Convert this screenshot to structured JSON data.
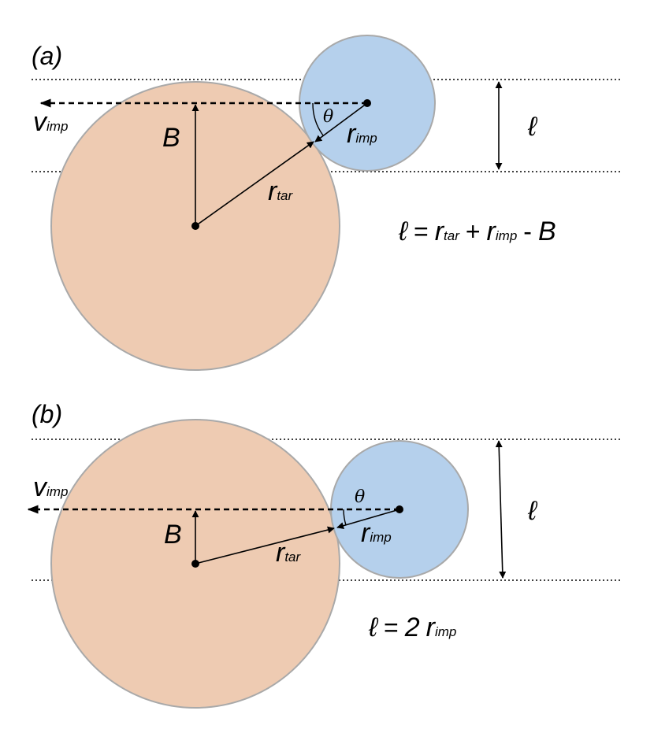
{
  "panel_a": {
    "label": "(a)",
    "v_main": "v",
    "v_sub": "imp",
    "B": "B",
    "theta": "θ",
    "r_main": "r",
    "r_imp_sub": "imp",
    "r_tar_sub": "tar",
    "ell": "ℓ",
    "eq_ell": "ℓ",
    "eq_equals": "=",
    "eq_r1": "r",
    "eq_r1_sub": "tar",
    "eq_plus": "+",
    "eq_r2": "r",
    "eq_r2_sub": "imp",
    "eq_minus": "-",
    "eq_B": "B"
  },
  "panel_b": {
    "label": "(b)",
    "v_main": "v",
    "v_sub": "imp",
    "B": "B",
    "theta": "θ",
    "r_main": "r",
    "r_imp_sub": "imp",
    "r_tar_sub": "tar",
    "ell": "ℓ",
    "eq_ell": "ℓ",
    "eq_equals": "=",
    "eq_two": "2",
    "eq_r": "r",
    "eq_r_sub": "imp"
  },
  "colors": {
    "target_fill": "#EECBB2",
    "impactor_fill": "#B5D0EC",
    "outline": "#A9A9A9",
    "ink": "#000000"
  }
}
